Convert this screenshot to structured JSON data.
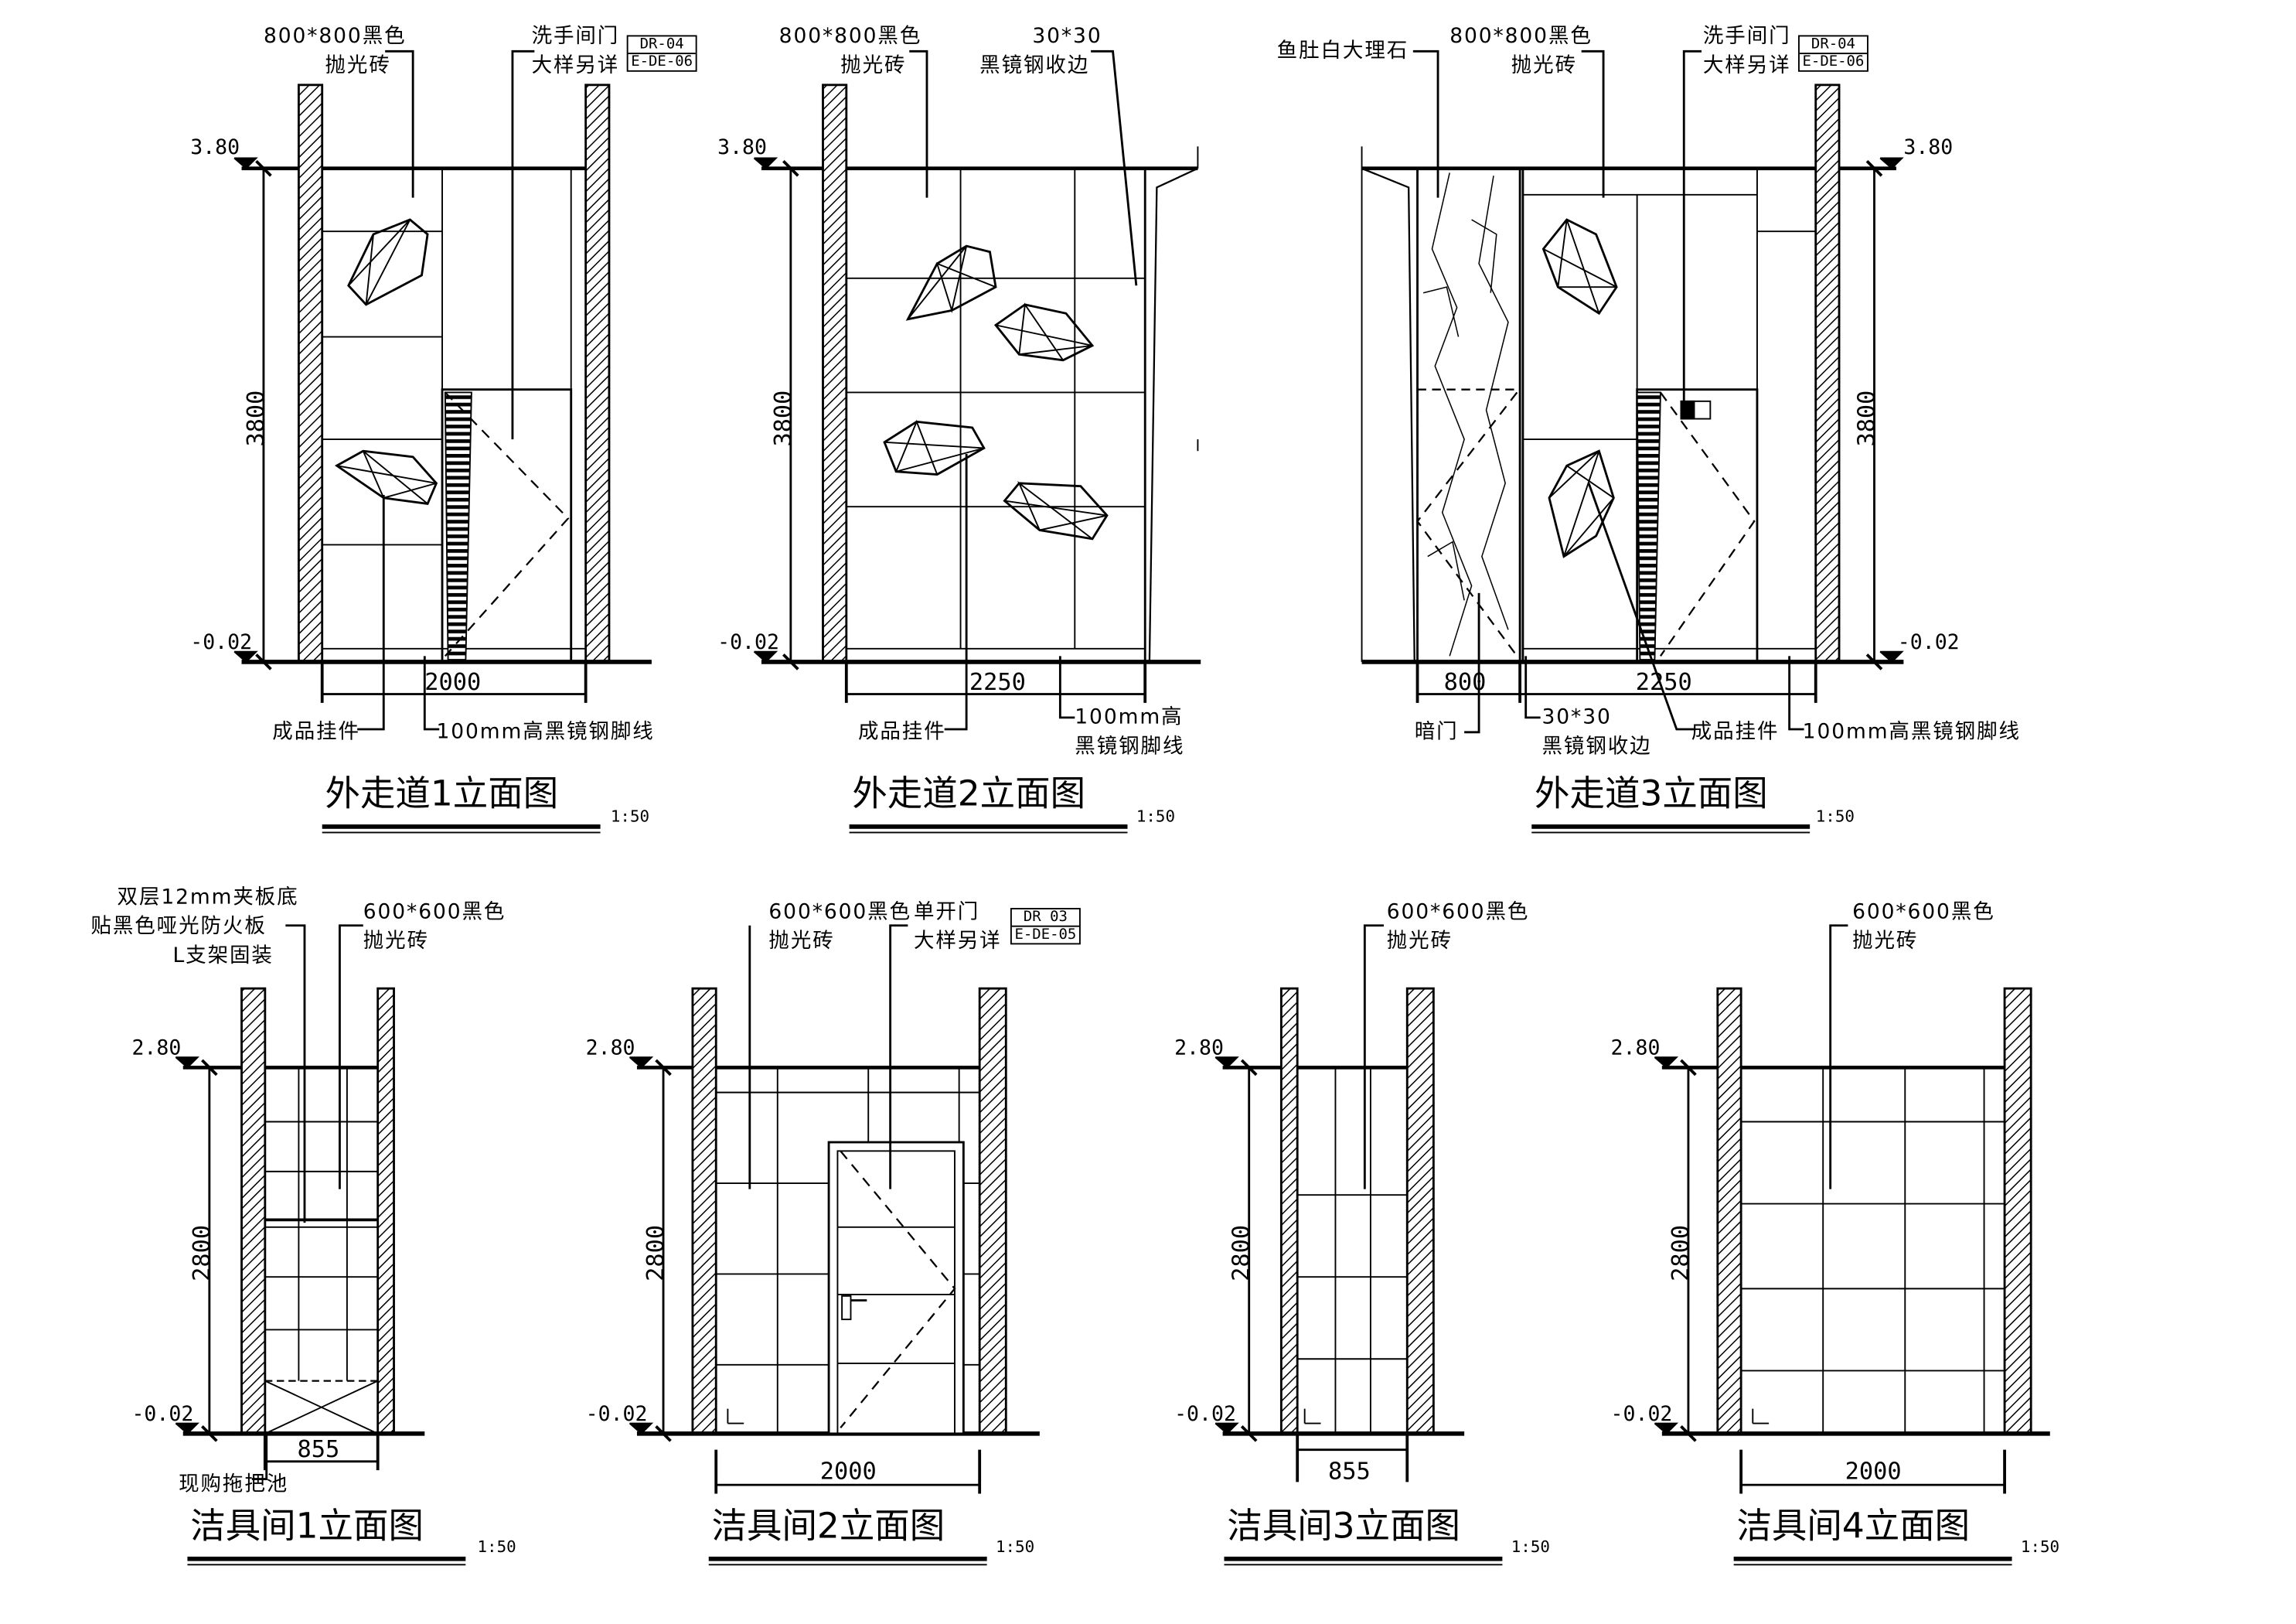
{
  "elevations": [
    {
      "id": "corridor1",
      "title": "外走道1立面图",
      "scale": "1:50",
      "height_dim": "3800",
      "width_dims": [
        "2000"
      ],
      "levels": [
        "3.80",
        "-0.02"
      ],
      "labels": {
        "tile": [
          "800*800黑色",
          "抛光砖"
        ],
        "door_ref": [
          "洗手间门",
          "大样另详"
        ],
        "ornament": "成品挂件",
        "skirting": "100mm高黑镜钢脚线"
      },
      "detail_tag": [
        "DR-04",
        "E-DE-06"
      ]
    },
    {
      "id": "corridor2",
      "title": "外走道2立面图",
      "scale": "1:50",
      "height_dim": "3800",
      "width_dims": [
        "2250"
      ],
      "levels": [
        "3.80",
        "-0.02"
      ],
      "labels": {
        "tile": [
          "800*800黑色",
          "抛光砖"
        ],
        "edge": [
          "30*30",
          "黑镜钢收边"
        ],
        "ornament": "成品挂件",
        "skirting": [
          "100mm高",
          "黑镜钢脚线"
        ]
      }
    },
    {
      "id": "corridor3",
      "title": "外走道3立面图",
      "scale": "1:50",
      "height_dim": "3800",
      "width_dims": [
        "800",
        "2250"
      ],
      "levels": [
        "3.80",
        "-0.02"
      ],
      "labels": {
        "marble": "鱼肚白大理石",
        "tile": [
          "800*800黑色",
          "抛光砖"
        ],
        "door_ref": [
          "洗手间门",
          "大样另详"
        ],
        "hidden_door": "暗门",
        "edge": [
          "30*30",
          "黑镜钢收边"
        ],
        "ornament": "成品挂件",
        "skirting": "100mm高黑镜钢脚线"
      },
      "detail_tag": [
        "DR-04",
        "E-DE-06"
      ]
    },
    {
      "id": "janitor1",
      "title": "洁具间1立面图",
      "scale": "1:50",
      "height_dim": "2800",
      "width_dims": [
        "855"
      ],
      "levels": [
        "2.80",
        "-0.02"
      ],
      "labels": {
        "panel": [
          "双层12mm夹板底",
          "贴黑色哑光防火板",
          "L支架固装"
        ],
        "tile": [
          "600*600黑色",
          "抛光砖"
        ],
        "sink": "现购拖把池"
      }
    },
    {
      "id": "janitor2",
      "title": "洁具间2立面图",
      "scale": "1:50",
      "height_dim": "2800",
      "width_dims": [
        "2000"
      ],
      "levels": [
        "2.80",
        "-0.02"
      ],
      "labels": {
        "tile": [
          "600*600黑色",
          "抛光砖"
        ],
        "door_ref": [
          "单开门",
          "大样另详"
        ]
      },
      "detail_tag": [
        "DR 03",
        "E-DE-05"
      ]
    },
    {
      "id": "janitor3",
      "title": "洁具间3立面图",
      "scale": "1:50",
      "height_dim": "2800",
      "width_dims": [
        "855"
      ],
      "levels": [
        "2.80",
        "-0.02"
      ],
      "labels": {
        "tile": [
          "600*600黑色",
          "抛光砖"
        ]
      }
    },
    {
      "id": "janitor4",
      "title": "洁具间4立面图",
      "scale": "1:50",
      "height_dim": "2800",
      "width_dims": [
        "2000"
      ],
      "levels": [
        "2.80",
        "-0.02"
      ],
      "labels": {
        "tile": [
          "600*600黑色",
          "抛光砖"
        ]
      }
    }
  ]
}
